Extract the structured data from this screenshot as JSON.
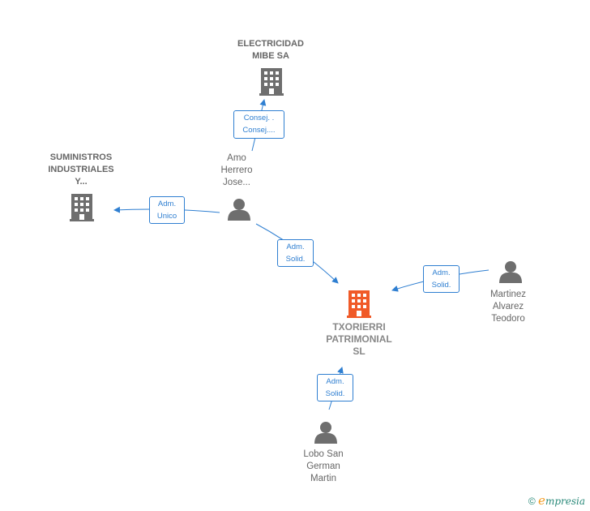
{
  "nodes": {
    "electricidad": {
      "line1": "ELECTRICIDAD",
      "line2": "MIBE SA"
    },
    "suministros": {
      "line1": "SUMINISTROS",
      "line2": "INDUSTRIALES",
      "line3": "Y..."
    },
    "amo": {
      "line1": "Amo",
      "line2": "Herrero",
      "line3": "Jose..."
    },
    "txorierri": {
      "line1": "TXORIERRI",
      "line2": "PATRIMONIAL",
      "line3": "SL"
    },
    "martinez": {
      "line1": "Martinez",
      "line2": "Alvarez",
      "line3": "Teodoro"
    },
    "lobo": {
      "line1": "Lobo San",
      "line2": "German",
      "line3": "Martin"
    }
  },
  "relations": {
    "amo_electricidad": {
      "line1": "Consej. .",
      "line2": "Consej...."
    },
    "amo_suministros": {
      "line1": "Adm.",
      "line2": "Unico"
    },
    "amo_txorierri": {
      "line1": "Adm.",
      "line2": "Solid."
    },
    "martinez_txorierri": {
      "line1": "Adm.",
      "line2": "Solid."
    },
    "lobo_txorierri": {
      "line1": "Adm.",
      "line2": "Solid."
    }
  },
  "colors": {
    "company": "#6e6e6e",
    "main_company": "#f05a28",
    "person": "#6e6e6e",
    "edge": "#2f7fd1"
  },
  "watermark": {
    "copyright": "©",
    "brand_initial": "e",
    "brand_rest": "mpresia"
  }
}
